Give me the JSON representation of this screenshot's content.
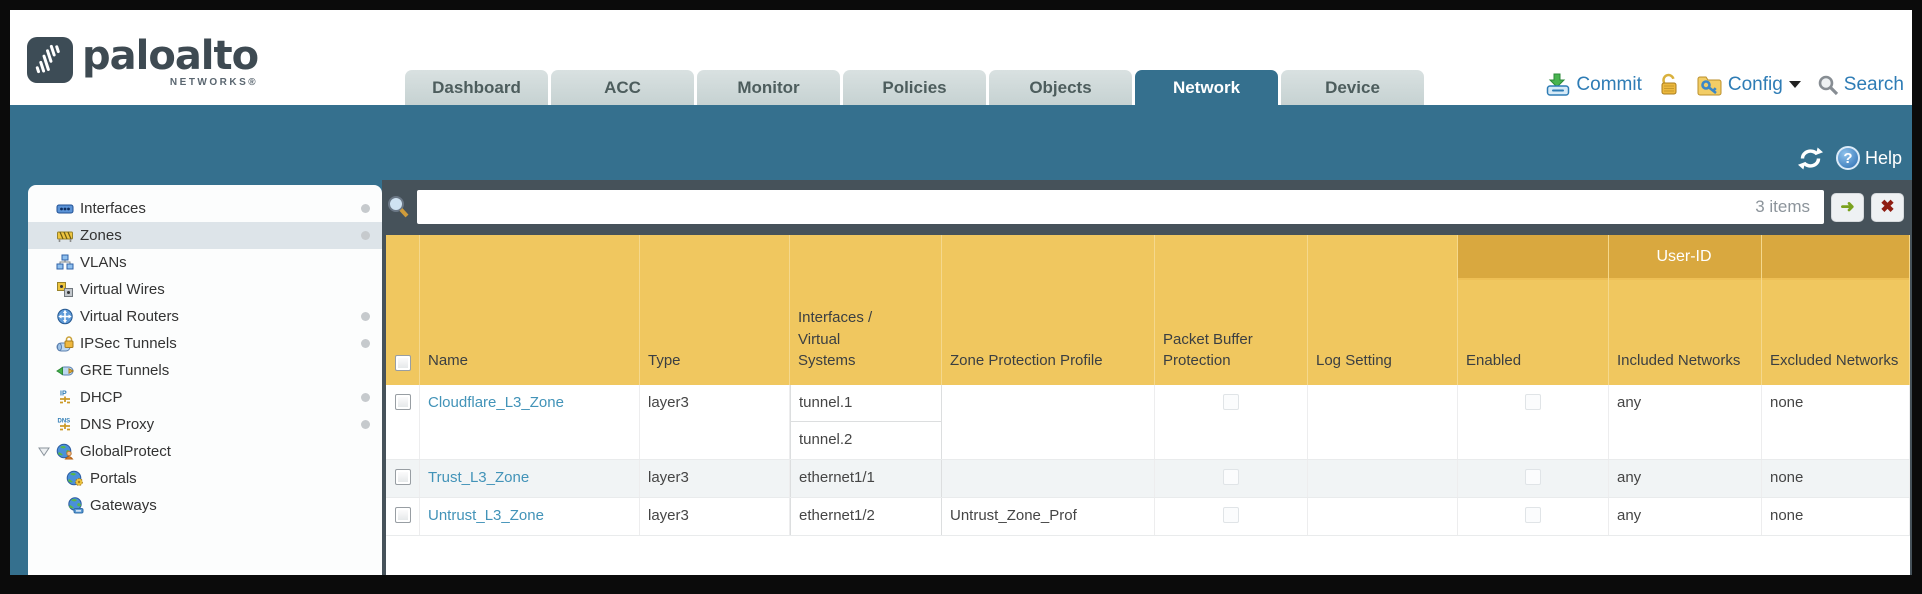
{
  "header": {
    "brand": {
      "name": "paloalto",
      "sub": "NETWORKS®"
    },
    "tabs": [
      {
        "label": "Dashboard",
        "active": false
      },
      {
        "label": "ACC",
        "active": false
      },
      {
        "label": "Monitor",
        "active": false
      },
      {
        "label": "Policies",
        "active": false
      },
      {
        "label": "Objects",
        "active": false
      },
      {
        "label": "Network",
        "active": true
      },
      {
        "label": "Device",
        "active": false
      }
    ],
    "links": {
      "commit": "Commit",
      "config": "Config",
      "search": "Search"
    }
  },
  "subheader": {
    "help_label": "Help"
  },
  "sidebar": {
    "items": [
      {
        "label": "Interfaces"
      },
      {
        "label": "Zones"
      },
      {
        "label": "VLANs"
      },
      {
        "label": "Virtual Wires"
      },
      {
        "label": "Virtual Routers"
      },
      {
        "label": "IPSec Tunnels"
      },
      {
        "label": "GRE Tunnels"
      },
      {
        "label": "DHCP"
      },
      {
        "label": "DNS Proxy"
      },
      {
        "label": "GlobalProtect"
      },
      {
        "label": "Portals"
      },
      {
        "label": "Gateways"
      }
    ],
    "selected": "Zones"
  },
  "toolbar": {
    "items_count": "3 items"
  },
  "icons": {
    "help_q": "?",
    "apply_arrow": "➜",
    "clear_x": "✖"
  },
  "table": {
    "group_header": "User-ID",
    "columns": [
      "Name",
      "Type",
      "Interfaces / Virtual Systems",
      "Zone Protection Profile",
      "Packet Buffer Protection",
      "Log Setting",
      "Enabled",
      "Included Networks",
      "Excluded Networks"
    ],
    "rows": [
      {
        "name": "Cloudflare_L3_Zone",
        "type": "layer3",
        "interfaces": [
          "tunnel.1",
          "tunnel.2"
        ],
        "zone_protection_profile": "",
        "log_setting": "",
        "included_networks": "any",
        "excluded_networks": "none"
      },
      {
        "name": "Trust_L3_Zone",
        "type": "layer3",
        "interfaces": [
          "ethernet1/1"
        ],
        "zone_protection_profile": "",
        "log_setting": "",
        "included_networks": "any",
        "excluded_networks": "none"
      },
      {
        "name": "Untrust_L3_Zone",
        "type": "layer3",
        "interfaces": [
          "ethernet1/2"
        ],
        "zone_protection_profile": "Untrust_Zone_Prof",
        "log_setting": "",
        "included_networks": "any",
        "excluded_networks": "none"
      }
    ]
  },
  "colors": {
    "teal": "#35708e",
    "slate": "#46525a",
    "header_gold": "#f0c75f",
    "userid_band": "#d9a83f",
    "link_blue": "#2e7cb5",
    "row_link": "#4293b8",
    "selected_item_bg": "#dde4e9"
  }
}
